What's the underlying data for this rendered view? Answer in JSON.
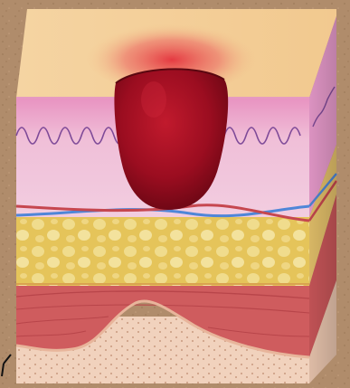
{
  "diagram": {
    "subject": "skin-cross-section-block",
    "layers": [
      {
        "name": "surface",
        "color": "#f2cc94"
      },
      {
        "name": "epidermis-dermis",
        "color": "#e8a6c7"
      },
      {
        "name": "fat",
        "color": "#e7c75e"
      },
      {
        "name": "muscle",
        "color": "#cf5c5e"
      },
      {
        "name": "bone",
        "color": "#f1d2bd"
      }
    ],
    "features": {
      "lesion_color": "#9b0d20",
      "inflamed_halo_color": "#e63b43",
      "vein_color": "#4f86d8",
      "artery_color": "#c6474f",
      "nerve_wave_color": "#7e4a98"
    },
    "background_color": "#b08c6b"
  }
}
